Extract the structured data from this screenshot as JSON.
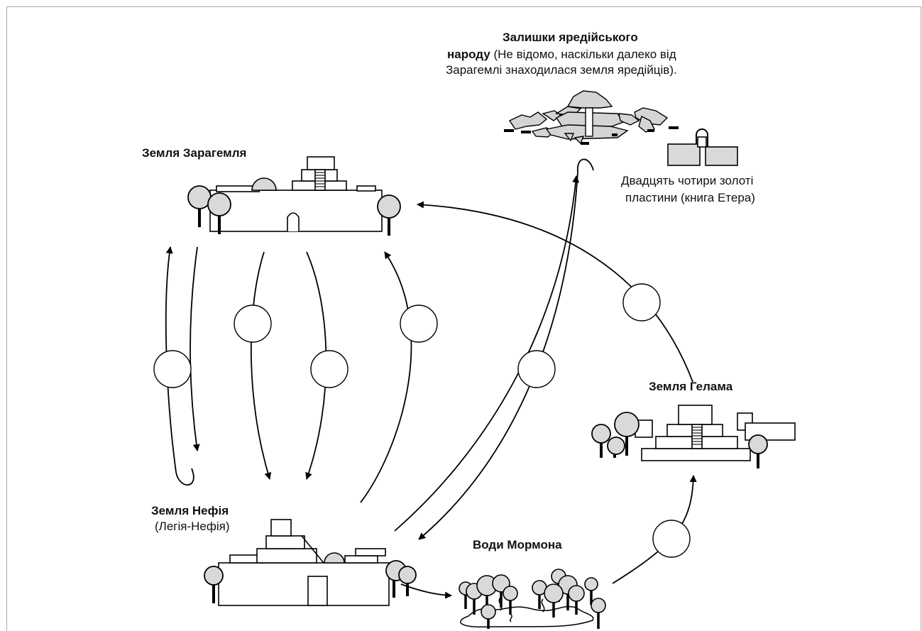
{
  "colors": {
    "line": "#000000",
    "building_fill": "#ffffff",
    "tree_fill": "#d9d9d9",
    "ruin_fill": "#d4d4d4",
    "frame": "#b9a79a"
  },
  "labels": {
    "zarahemla": "Земля Зарагемля",
    "nephi_title": "Земля Нефія",
    "nephi_subtitle": "(Легія-Нефія)",
    "mormon": "Води Мормона",
    "helam": "Земля Гелама",
    "jaredite_bold_1": "Залишки яредійського",
    "jaredite_bold_2": "народу",
    "jaredite_rest_2": " (Не відомо, наскільки далеко від",
    "jaredite_rest_3": "Зарагемлі знаходилася земля яредійців).",
    "plates_1": "Двадцять чотири золоті",
    "plates_2": "пластини (книга Етера)"
  },
  "icons": {
    "city": "city-icon",
    "tree": "tree-icon",
    "ruins": "ruins-icon",
    "plates": "plates-icon",
    "waters": "waters-icon"
  },
  "route_markers": [
    "zarahemla-to-nephi-left",
    "nephi-to-zarahemla",
    "zarahemla-to-nephi-center",
    "zarahemla-to-nephi-right",
    "nephi-to-zarahemla-return",
    "ruins-route",
    "helam-to-zarahemla",
    "mormon-to-helam"
  ]
}
